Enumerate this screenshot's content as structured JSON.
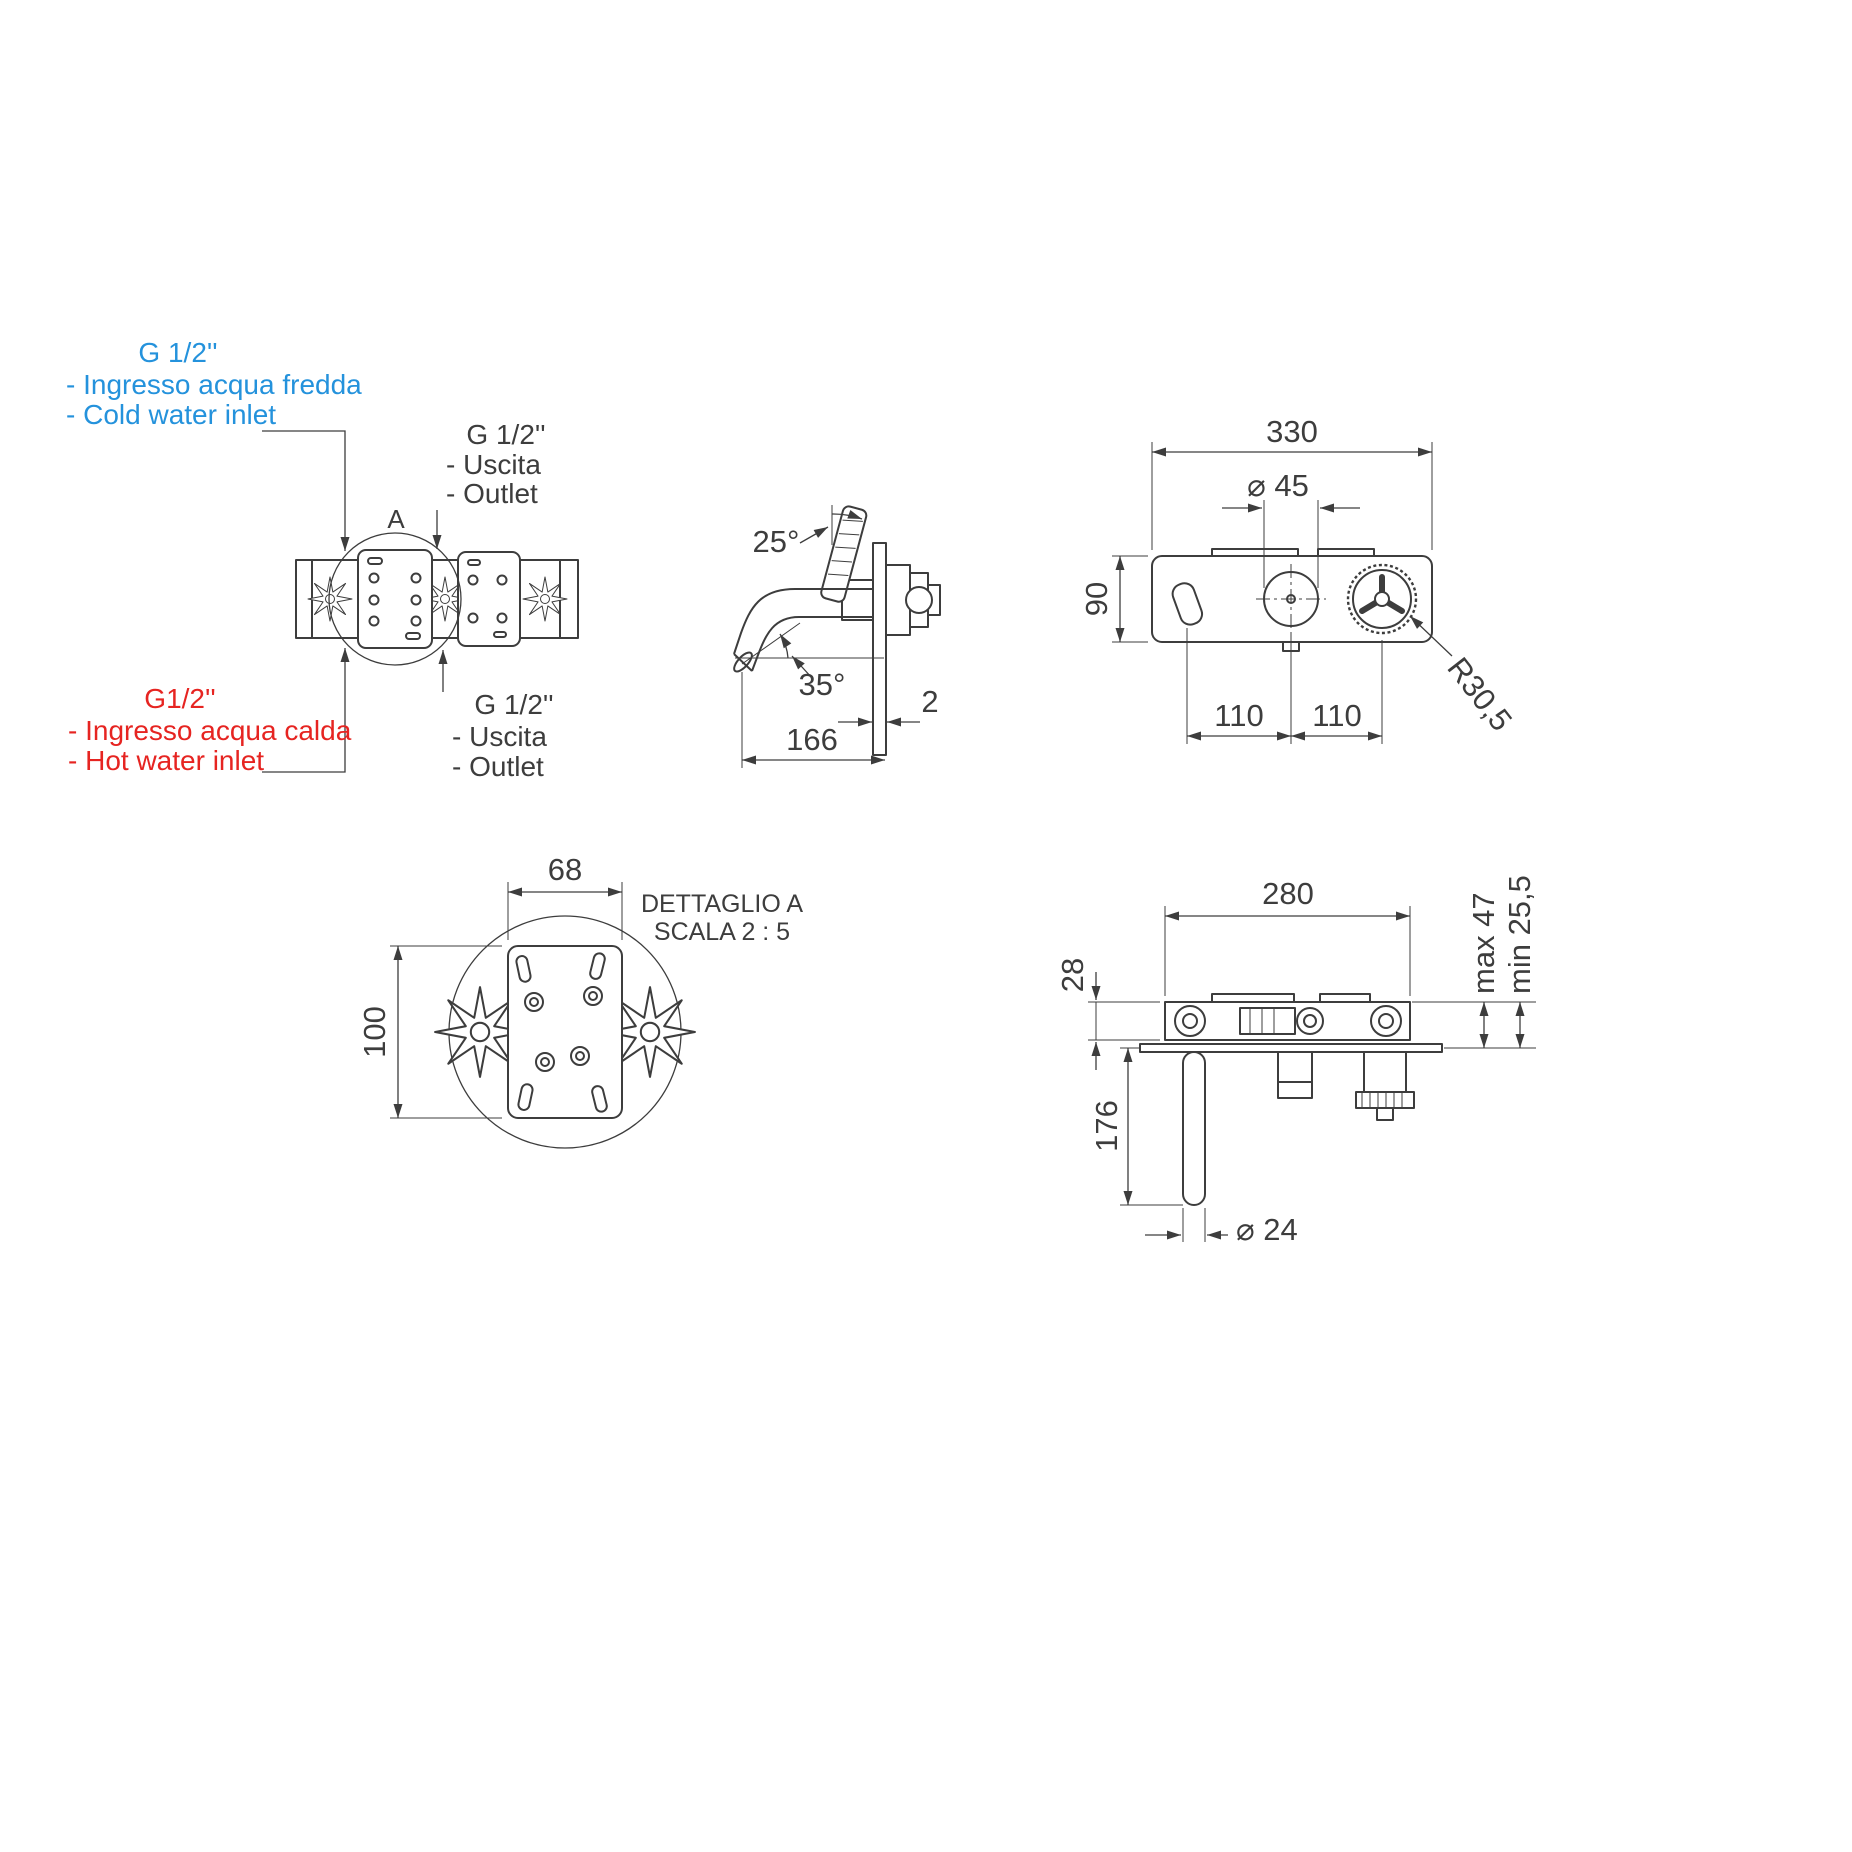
{
  "drawing": {
    "background": "#ffffff",
    "line_color": "#3d3d3d",
    "cold_color": "#2492dc",
    "hot_color": "#e62421"
  },
  "annotations": {
    "cold": {
      "thread": "G 1/2''",
      "it": "- Ingresso acqua fredda",
      "en": "- Cold water inlet"
    },
    "hot": {
      "thread": "G1/2''",
      "it": "- Ingresso acqua calda",
      "en": "- Hot water inlet"
    },
    "outlet_top": {
      "thread": "G 1/2''",
      "it": "- Uscita",
      "en": "- Outlet"
    },
    "outlet_bottom": {
      "thread": "G 1/2''",
      "it": "- Uscita",
      "en": "- Outlet"
    },
    "detail_marker": "A",
    "detail_title": "DETTAGLIO A",
    "detail_scale": "SCALA 2 : 5"
  },
  "dimensions": {
    "front_width": "330",
    "knob_diameter": "⌀ 45",
    "front_height": "90",
    "left_spacing": "110",
    "right_spacing": "110",
    "wheel_radius": "R30,5",
    "handle_angle": "25°",
    "spout_angle": "35°",
    "plate_thickness": "2",
    "spout_length": "166",
    "detail_width": "68",
    "detail_height": "100",
    "top_width": "280",
    "body_depth": "28",
    "recess_max": "max 47",
    "recess_min": "min 25,5",
    "spout_reach": "176",
    "spout_diameter": "⌀ 24"
  }
}
